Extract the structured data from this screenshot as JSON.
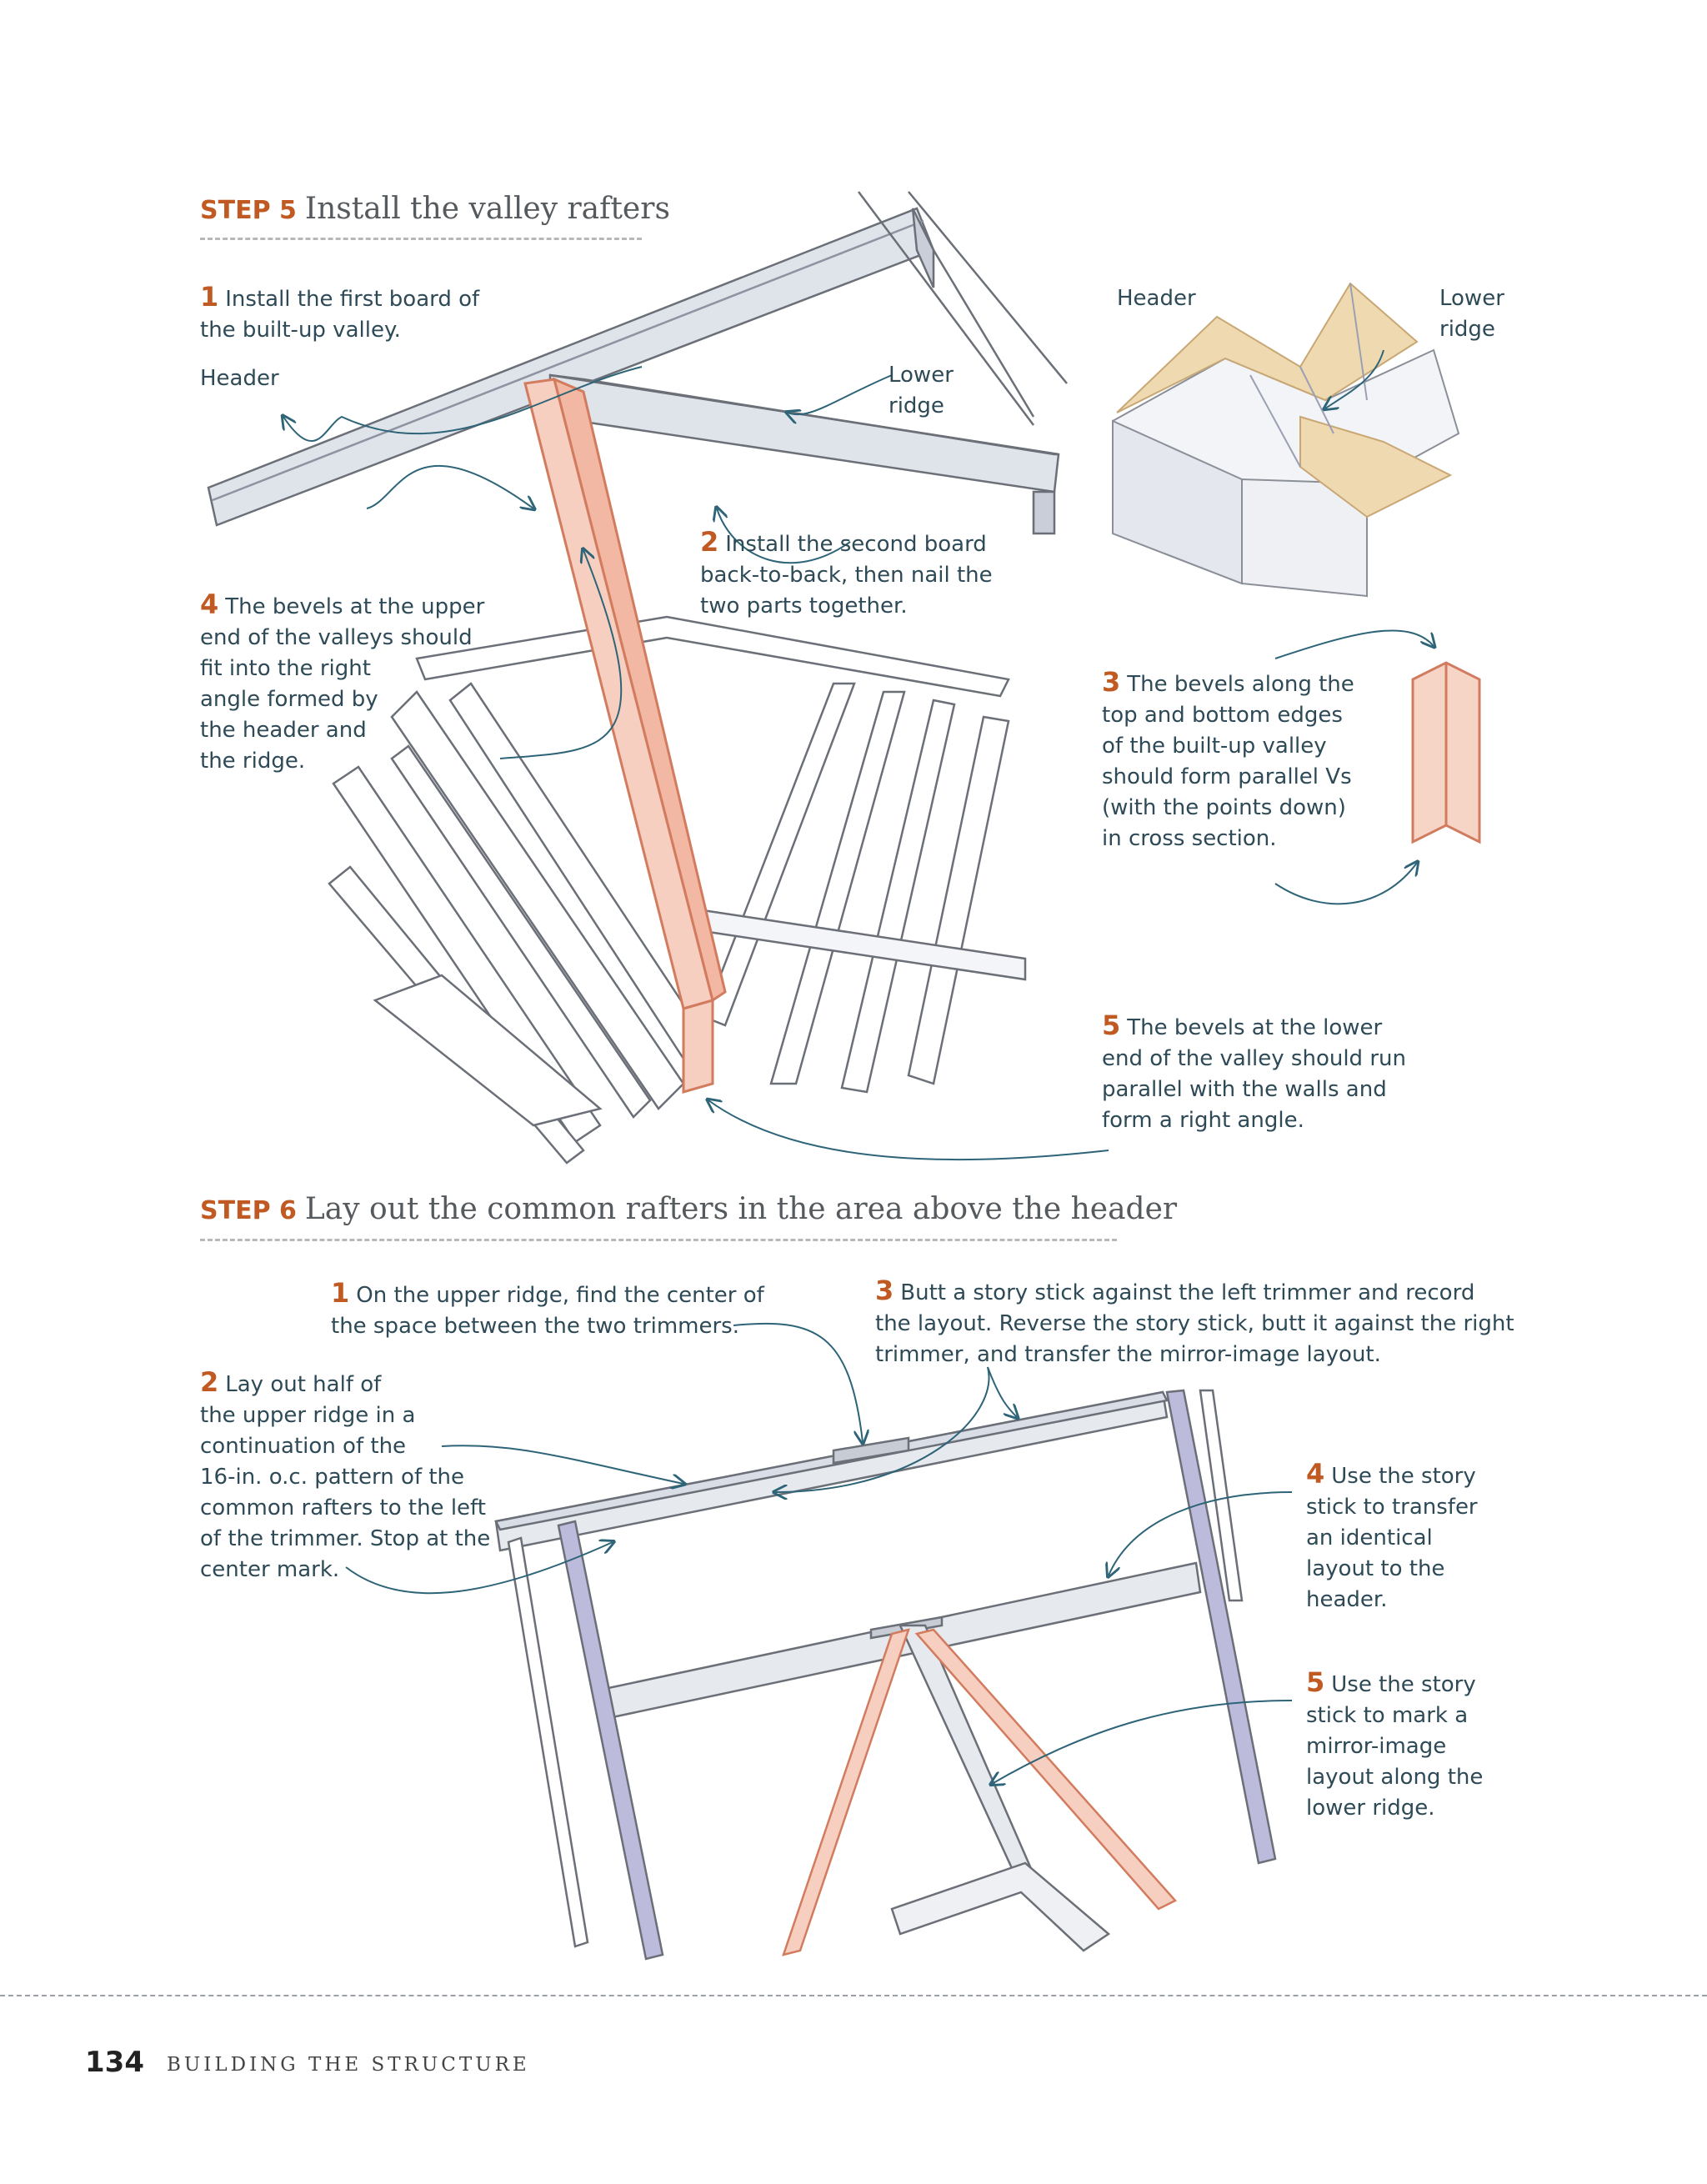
{
  "step5": {
    "label": "STEP 5",
    "title": "Install the valley rafters",
    "callouts": [
      {
        "num": "1",
        "line1": "Install the first board of",
        "line2": "the built-up valley."
      },
      {
        "num": "2",
        "line1": "Install the second board",
        "line2": "back-to-back, then nail the",
        "line3": "two parts together."
      },
      {
        "num": "3",
        "line1": "The bevels along the",
        "line2": "top and bottom edges",
        "line3": "of the built-up valley",
        "line4": "should form parallel Vs",
        "line5": "(with the points down)",
        "line6": "in cross section."
      },
      {
        "num": "4",
        "line1": "The bevels at the upper",
        "line2": "end of the valleys should",
        "line3": "fit into the right",
        "line4": "angle formed by",
        "line5": "the header and",
        "line6": "the ridge."
      },
      {
        "num": "5",
        "line1": "The bevels at the lower",
        "line2": "end of the valley should run",
        "line3": "parallel with the walls and",
        "line4": "form a right angle."
      }
    ],
    "labels": {
      "header": "Header",
      "lower_ridge_1": "Lower",
      "lower_ridge_2": "ridge",
      "inset_header": "Header",
      "inset_lower_1": "Lower",
      "inset_lower_2": "ridge"
    }
  },
  "step6": {
    "label": "STEP 6",
    "title": "Lay out the common rafters in the area above the header",
    "callouts": [
      {
        "num": "1",
        "line1": "On the upper ridge, find the center of",
        "line2": "the space between the two trimmers."
      },
      {
        "num": "2",
        "line1": "Lay out half of",
        "line2": "the upper ridge in a",
        "line3": "continuation of the",
        "line4": "16-in. o.c. pattern of the",
        "line5": "common rafters to the left",
        "line6": "of the trimmer. Stop at the",
        "line7": "center mark."
      },
      {
        "num": "3",
        "line1": "Butt a story stick against the left trimmer and record",
        "line2": "the layout. Reverse the story stick, butt it against the right",
        "line3": "trimmer, and transfer the mirror-image layout."
      },
      {
        "num": "4",
        "line1": "Use the story",
        "line2": "stick to transfer",
        "line3": "an identical",
        "line4": "layout to the",
        "line5": "header."
      },
      {
        "num": "5",
        "line1": "Use the story",
        "line2": "stick to mark a",
        "line3": "mirror-image",
        "line4": "layout along the",
        "line5": "lower ridge."
      }
    ]
  },
  "footer": {
    "page_number": "134",
    "section_title": "BUILDING THE STRUCTURE"
  },
  "colors": {
    "accent": "#c05a22",
    "text": "#2e4a57",
    "valley": "#f4c6b4",
    "framing": "#dde2ea",
    "trimmer": "#b9b7db"
  }
}
